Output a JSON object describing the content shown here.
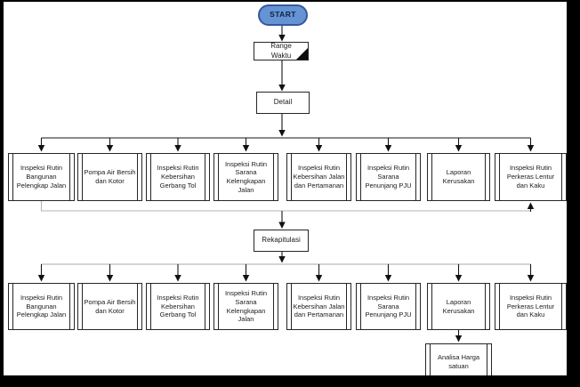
{
  "flowchart": {
    "start_label": "START",
    "range_waktu_label": "Range Waktu",
    "detail_label": "Detail",
    "rekapitulasi_label": "Rekapitulasi",
    "analisa_label": "Analisa Harga satuan",
    "row1": [
      {
        "label": "Inspeksi Rutin Bangunan Pelengkap Jalan"
      },
      {
        "label": "Pompa Air Bersih dan Kotor"
      },
      {
        "label": "Inspeksi Rutin Kebersihan Gerbang Tol"
      },
      {
        "label": "Inspeksi Rutin Sarana Kelengkapan Jalan"
      },
      {
        "label": "Inspeksi Rutin Kebersihan Jalan dan Pertamanan"
      },
      {
        "label": "Inspeksi Rutin Sarana Penunjang PJU"
      },
      {
        "label": "Laporan Kerusakan"
      },
      {
        "label": "Inspeksi Rutin Perkeras Lentur dan Kaku"
      }
    ],
    "row2": [
      {
        "label": "Inspeksi Rutin Bangunan Pelengkap Jalan"
      },
      {
        "label": "Pompa Air Bersih dan Kotor"
      },
      {
        "label": "Inspeksi Rutin Kebersihan Gerbang Tol"
      },
      {
        "label": "Inspeksi Rutin Sarana Kelengkapan Jalan"
      },
      {
        "label": "Inspeksi Rutin Kebersihan Jalan dan Pertamanan"
      },
      {
        "label": "Inspeksi Rutin Sarana Penunjang PJU"
      },
      {
        "label": "Laporan Kerusakan"
      },
      {
        "label": "Inspeksi Rutin Perkeras Lentur dan Kaku"
      }
    ]
  },
  "colors": {
    "start_fill": "#6593d4",
    "start_border": "#35599c",
    "line": "#161616",
    "collector_line": "#b4b4b4",
    "frame": "#000000"
  }
}
